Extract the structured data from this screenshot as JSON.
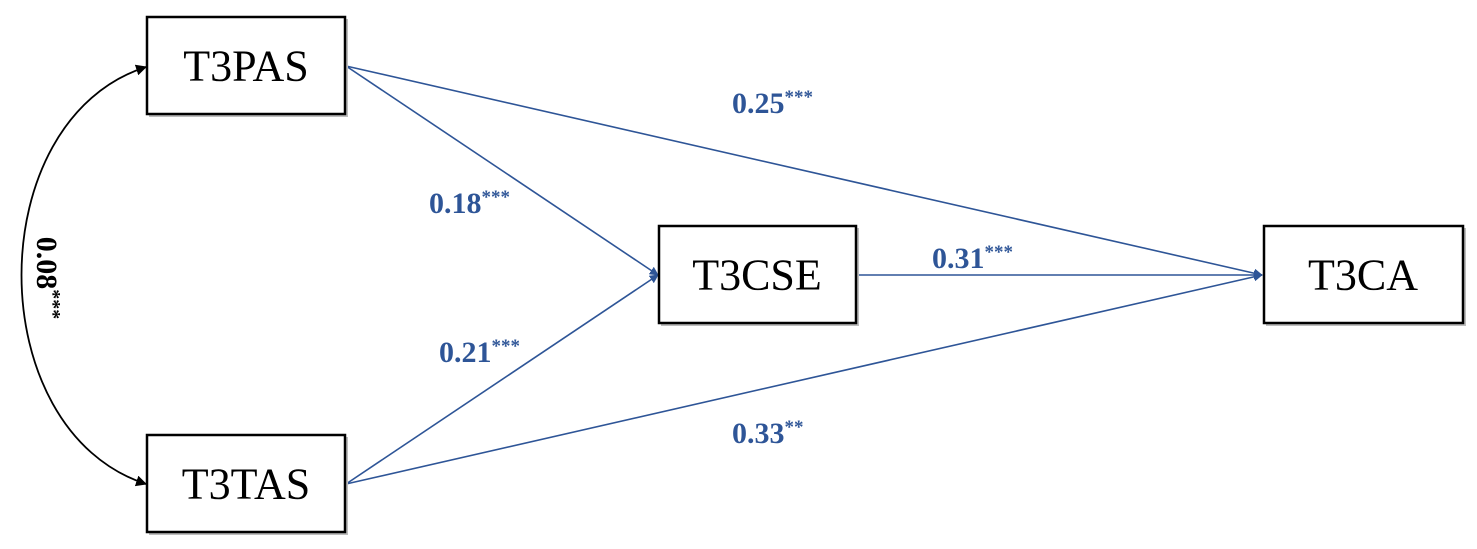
{
  "nodes": {
    "t3pas": "T3PAS",
    "t3tas": "T3TAS",
    "t3cse": "T3CSE",
    "t3ca": "T3CA"
  },
  "paths": {
    "pas_ca": {
      "value": "0.25",
      "sig": "***"
    },
    "pas_cse": {
      "value": "0.18",
      "sig": "***"
    },
    "tas_cse": {
      "value": "0.21",
      "sig": "***"
    },
    "cse_ca": {
      "value": "0.31",
      "sig": "***"
    },
    "tas_ca": {
      "value": "0.33",
      "sig": "**"
    }
  },
  "covariance": {
    "value": "0.08",
    "sig": "***"
  },
  "colors": {
    "path": "#2e5597",
    "covariance": "#000000",
    "box_border": "#000000"
  }
}
